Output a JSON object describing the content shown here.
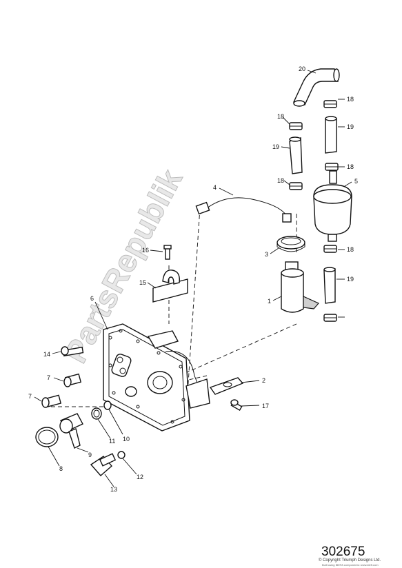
{
  "watermark": "PartsRepublik",
  "callouts": [
    "1",
    "2",
    "3",
    "4",
    "5",
    "6",
    "7",
    "7",
    "8",
    "9",
    "10",
    "11",
    "12",
    "13",
    "14",
    "15",
    "16",
    "17",
    "18",
    "18",
    "18",
    "18",
    "18",
    "19",
    "19",
    "19",
    "20"
  ],
  "reference_number": "302675",
  "copyright": "© Copyright Triumph Designs Ltd.",
  "built_by": "Built using IBEFA components: www.ideft.com",
  "colors": {
    "line": "#111111",
    "watermark": "#d9d9d9",
    "background": "#ffffff"
  }
}
